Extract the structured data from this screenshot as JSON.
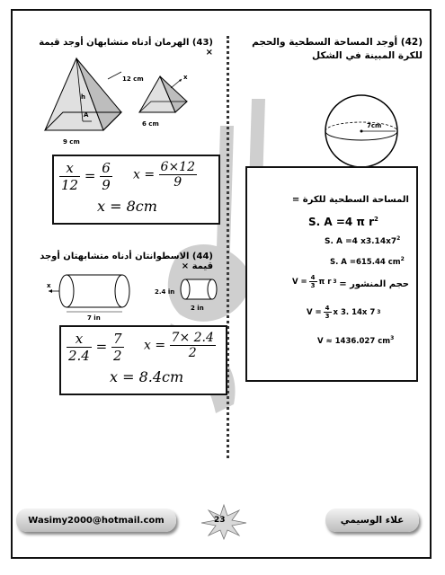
{
  "q42": {
    "title": "(42) أوجد المساحة السطحية والحجم للكرة المبينة في الشكل",
    "radius_label": "7cm",
    "surface_heading": "المساحة السطحية للكرة =",
    "sa_line1": "S. A =4 π r",
    "sa_line1_exp": "2",
    "sa_line2": "S. A =4 x3.14x7",
    "sa_line2_exp": "2",
    "sa_line3": "S. A =615.44 cm",
    "sa_line3_exp": "2",
    "volume_heading": "حجم المنشور =",
    "v_line1_prefix": "V =",
    "v_frac_num": "4",
    "v_frac_den": "3",
    "v_line1_suffix": "π r",
    "v_line1_exp": "3",
    "v_line2_prefix": "V =",
    "v_line2_suffix": "x 3. 14x 7",
    "v_line2_exp": "3",
    "v_line3": "V ≈ 1436.027 cm",
    "v_line3_exp": "3"
  },
  "q43": {
    "title": "(43) الهرمان أدناه متشابهان أوجد قيمة ×",
    "label_12cm": "12 cm",
    "label_h": "h",
    "label_A": "A",
    "label_9cm": "9 cm",
    "label_x": "x",
    "label_6cm": "6 cm",
    "eq_x": "x",
    "eq_12": "12",
    "eq_equals": "=",
    "eq_6": "6",
    "eq_9": "9",
    "eq2_x": "x =",
    "eq2_num": "6×12",
    "eq2_den": "9",
    "result": "x = 8cm"
  },
  "q44": {
    "title": "(44) الاسطوانتان أدناه متشابهتان أوجد قيمة ×",
    "label_x": "x",
    "label_7in": "7 in",
    "label_2_4in": "2.4 in",
    "label_2in": "2 in",
    "eq_x": "x",
    "eq_24": "2.4",
    "eq_equals": "=",
    "eq_7": "7",
    "eq_2": "2",
    "eq2_x": "x =",
    "eq2_num": "7× 2.4",
    "eq2_den": "2",
    "result": "x = 8.4cm"
  },
  "footer": {
    "email": "Wasimy2000@hotmail.com",
    "page": "23",
    "author": "علاء الوسيمي"
  },
  "watermark": "علاء الوسيمي"
}
